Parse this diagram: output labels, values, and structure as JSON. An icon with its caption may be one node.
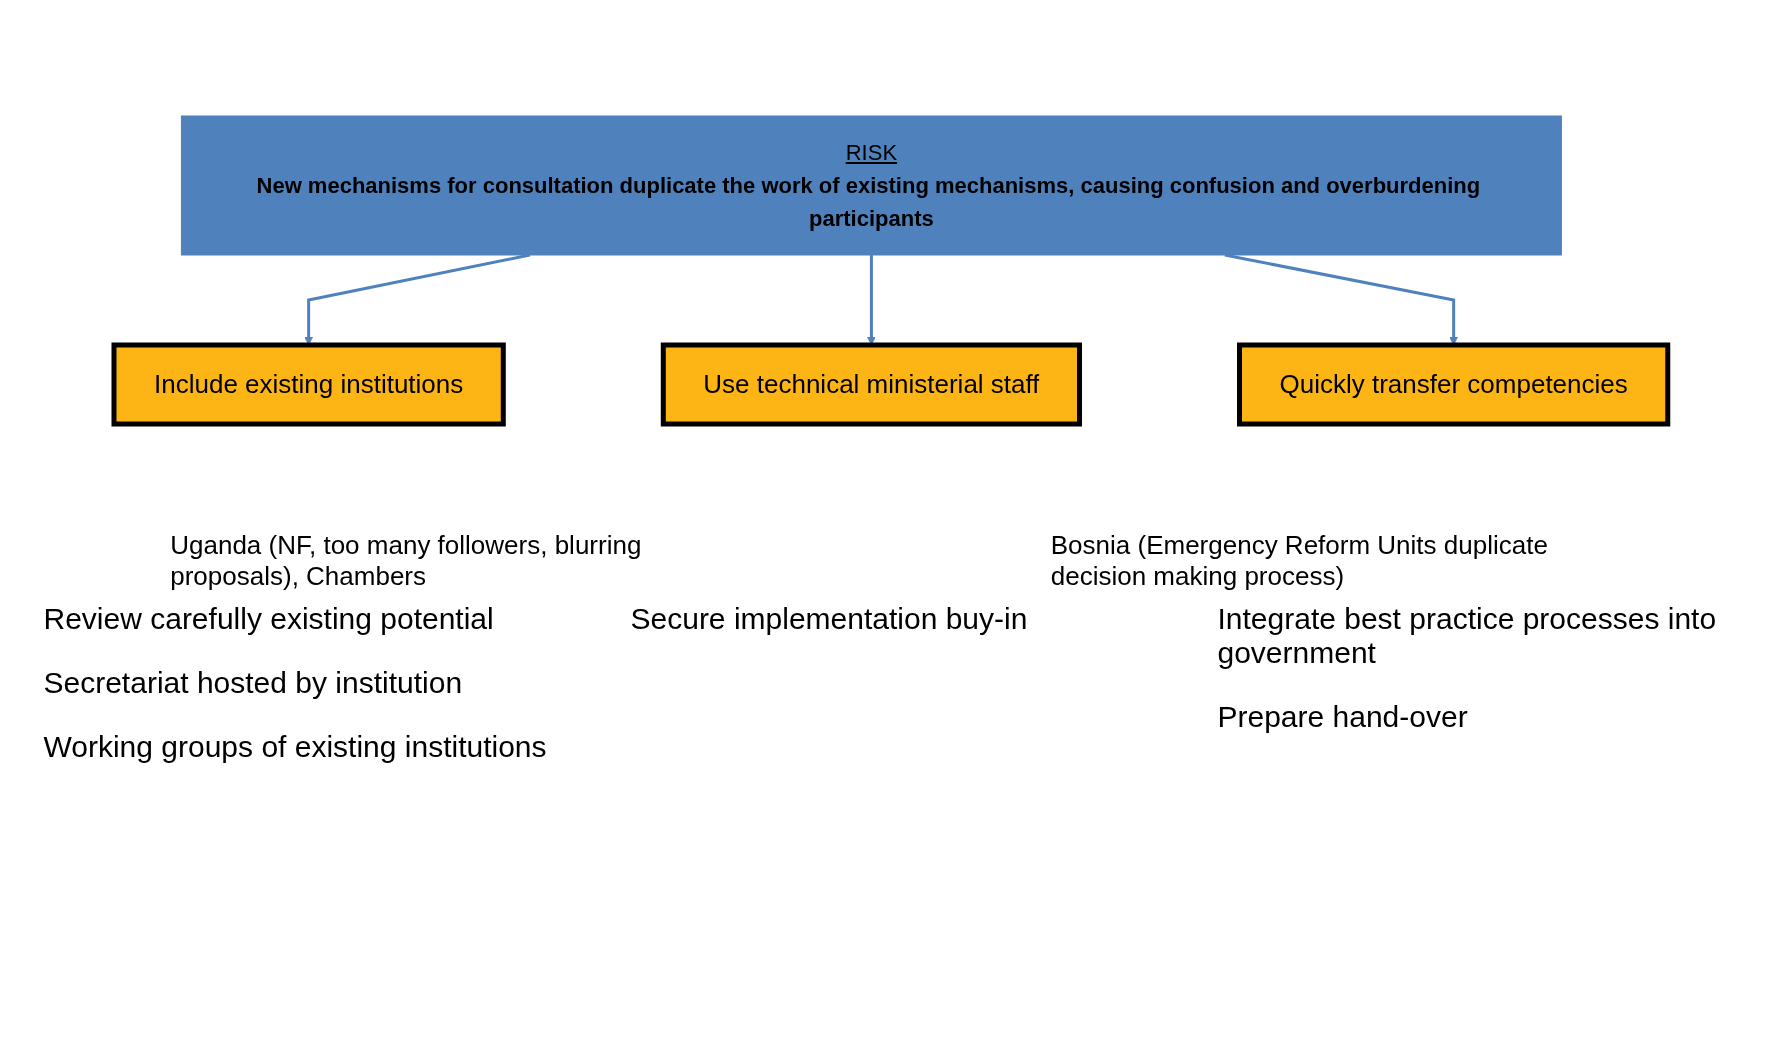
{
  "diagram": {
    "nodes": [
      {
        "text": [
          "RISK",
          "New mechanisms for consultation duplicate the work of existing mechanisms, causing confusion and overburdening participants"
        ]
      },
      {
        "text": [
          "Include existing institutions"
        ]
      },
      {
        "text": [
          "Use technical ministerial staff"
        ]
      },
      {
        "text": [
          "Quickly transfer competencies"
        ]
      }
    ],
    "edges": [
      {
        "from": 0,
        "to": 1,
        "arrow": "to"
      },
      {
        "from": 0,
        "to": 2,
        "arrow": "to"
      },
      {
        "from": 0,
        "to": 3,
        "arrow": "to"
      }
    ],
    "labels": [
      "Uganda (NF, too many followers, blurring proposals), Chambers",
      "Bosnia (Emergency Reform Units duplicate decision making process)",
      "Review carefully existing potential",
      "Secure implementation buy-in",
      "Integrate best practice processes into government",
      "Secretariat hosted by institution",
      "Prepare hand-over",
      "Working groups of existing institutions"
    ]
  }
}
